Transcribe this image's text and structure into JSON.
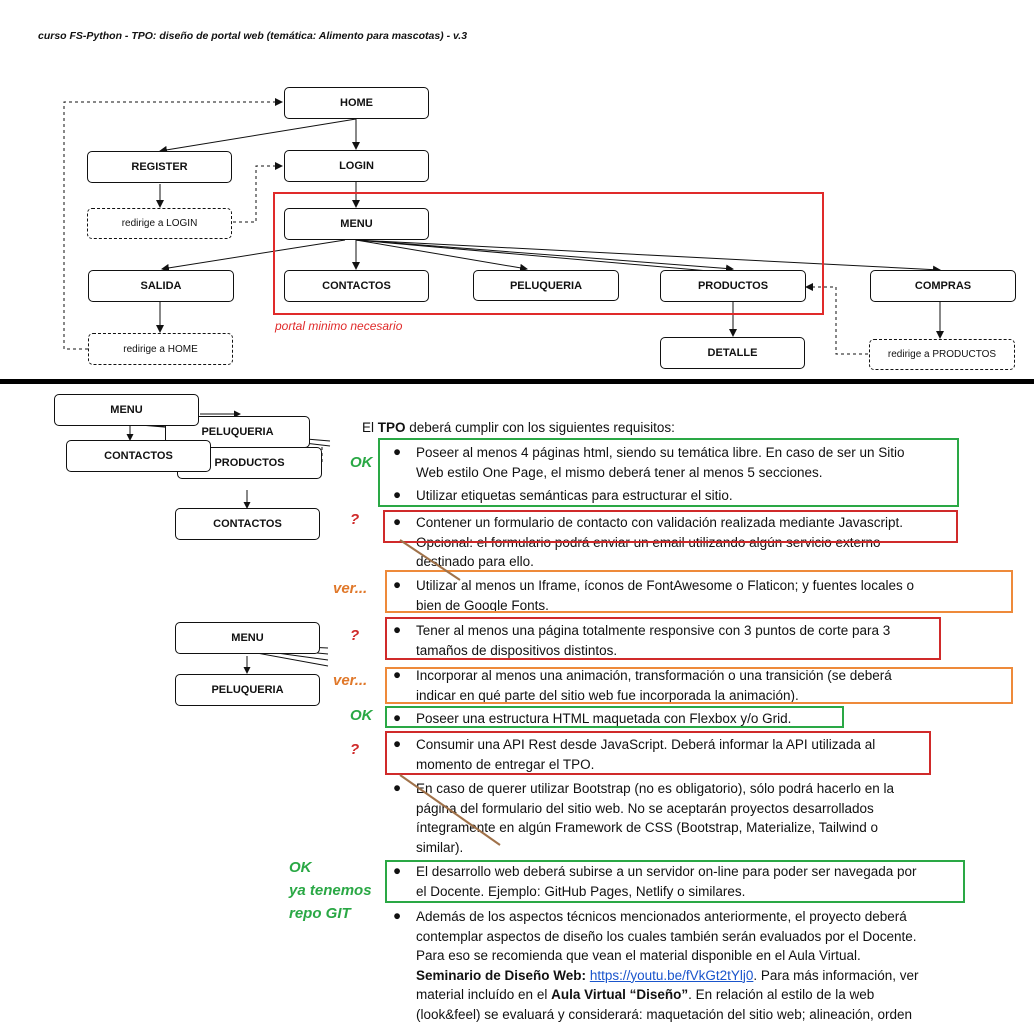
{
  "title": "curso FS-Python - TPO: diseño de portal web (temática: Alimento para mascotas) - v.3",
  "diagram": {
    "nodes": {
      "home": "HOME",
      "register": "REGISTER",
      "login": "LOGIN",
      "redirige_login": "redirige a LOGIN",
      "menu": "MENU",
      "salida": "SALIDA",
      "contactos": "CONTACTOS",
      "peluqueria": "PELUQUERIA",
      "productos": "PRODUCTOS",
      "compras": "COMPRAS",
      "redirige_home": "redirige a HOME",
      "detalle": "DETALLE",
      "redirige_productos": "redirige a PRODUCTOS"
    },
    "portal_label": "portal minimo necesario"
  },
  "scrap": {
    "menu1": "MENU",
    "peluqueria1": "PELUQUERIA",
    "contactos1": "CONTACTOS",
    "productos1": "PRODUCTOS",
    "contactos2": "CONTACTOS",
    "menu2": "MENU",
    "peluqueria2": "PELUQUERIA"
  },
  "requirements": {
    "intro_pre": "El ",
    "intro_bold": "TPO",
    "intro_post": " deberá cumplir con los siguientes requisitos:",
    "r1_l1": "Poseer al menos 4 páginas html, siendo su temática libre. En caso de ser un Sitio",
    "r1_l2": "Web estilo One Page, el mismo deberá tener al menos 5 secciones.",
    "r2": "Utilizar etiquetas semánticas para estructurar el sitio.",
    "r3_l1": "Contener un formulario de contacto con validación realizada mediante Javascript.",
    "r3_l2": "Opcional: el formulario podrá enviar un email utilizando algún servicio externo",
    "r3_l3": "destinado para ello.",
    "r4_l1": "Utilizar al menos un Iframe, íconos de FontAwesome o Flaticon; y fuentes locales o",
    "r4_l2": "bien de Google Fonts.",
    "r5_l1": "Tener al menos una página totalmente responsive con 3 puntos de corte para 3",
    "r5_l2": "tamaños de dispositivos distintos.",
    "r6_l1": "Incorporar al menos una animación, transformación o una transición (se deberá",
    "r6_l2": "indicar en qué parte del sitio web fue incorporada la animación).",
    "r7": "Poseer una estructura HTML maquetada con Flexbox y/o Grid.",
    "r8_l1": "Consumir una API Rest desde JavaScript. Deberá informar la API utilizada al",
    "r8_l2": "momento de entregar el TPO.",
    "r9_l1": "En caso de querer utilizar Bootstrap (no es obligatorio), sólo podrá hacerlo en la",
    "r9_l2": "página del formulario del sitio web. No se aceptarán proyectos desarrollados",
    "r9_l3": "íntegramente en algún Framework de CSS (Bootstrap, Materialize, Tailwind o",
    "r9_l4": "similar).",
    "r10_l1": "El desarrollo web deberá subirse a un servidor on-line para poder ser navegada por",
    "r10_l2": "el Docente. Ejemplo: GitHub Pages, Netlify o similares.",
    "r11_l1": "Además de los aspectos técnicos mencionados anteriormente, el proyecto deberá",
    "r11_l2": "contemplar aspectos de diseño los cuales también serán evaluados por el Docente.",
    "r11_l3": "Para eso se recomienda que vean el material disponible en el Aula Virtual.",
    "r11_l4_bold": "Seminario de Diseño Web:",
    "r11_l4_link": "https://youtu.be/fVkGt2tYlj0",
    "r11_l4_post": ". Para más información, ver",
    "r11_l5_pre": "material incluído en el ",
    "r11_l5_bold": "Aula Virtual “Diseño”",
    "r11_l5_post": ". En relación al estilo de la web",
    "r11_l6": "(look&feel) se evaluará y considerará: maquetación del sitio web; alineación, orden"
  },
  "notes": {
    "ok1": "OK",
    "q1": "?",
    "ver1": "ver...",
    "q2": "?",
    "ver2": "ver...",
    "ok2": "OK",
    "q3": "?",
    "ok3_l1": "OK",
    "ok3_l2": "ya tenemos",
    "ok3_l3": "repo GIT"
  },
  "colors": {
    "ok": "#2aa845",
    "question": "#d02a2a",
    "ver": "#ee8a3a",
    "portal": "#e02a2a"
  }
}
